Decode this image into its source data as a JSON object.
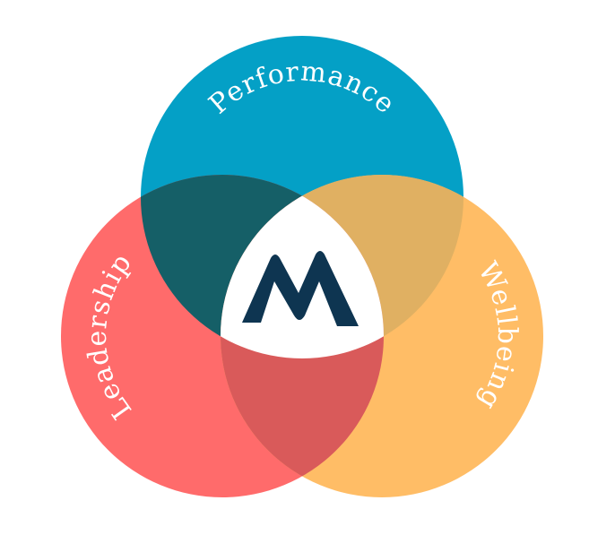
{
  "diagram": {
    "circles": [
      {
        "id": "top",
        "label": "Performance",
        "color": "#04A0C6"
      },
      {
        "id": "left",
        "label": "Leadership",
        "color": "#FF6B6B"
      },
      {
        "id": "right",
        "label": "Wellbeing",
        "color": "#FFBD66"
      }
    ],
    "overlaps": {
      "top_left": "#155F67",
      "top_right": "#E0B062",
      "left_right": "#D95A5A"
    },
    "center": {
      "fill": "#FFFFFF",
      "logo_icon": "m-mountain-logo-icon",
      "logo_color": "#0E3551"
    }
  }
}
